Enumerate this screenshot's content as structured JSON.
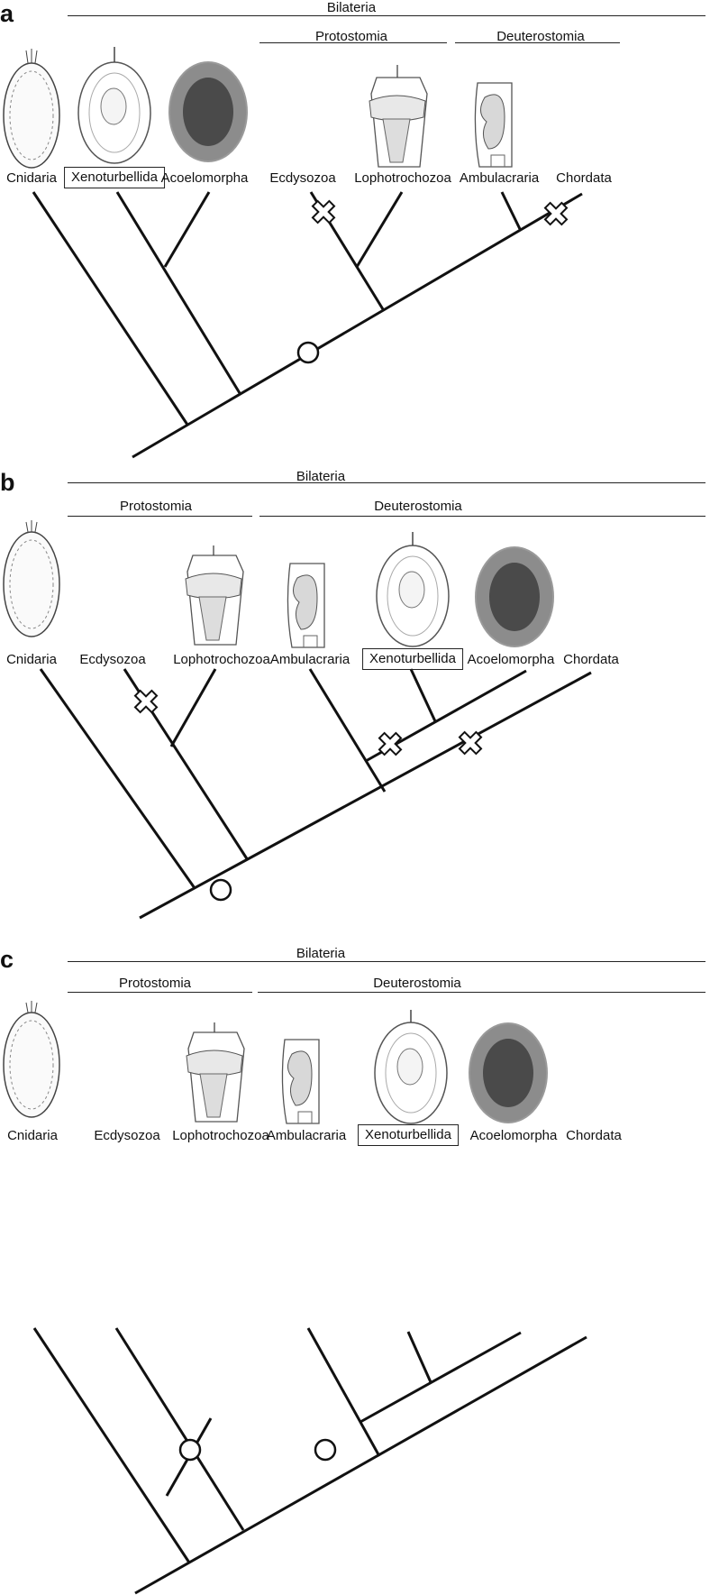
{
  "panels": [
    {
      "label": "a",
      "clades": {
        "bilateria": "Bilateria",
        "protostomia": "Protostomia",
        "deuterostomia": "Deuterostomia"
      },
      "taxa": [
        "Cnidaria",
        "Xenoturbellida",
        "Acoelomorpha",
        "Ecdysozoa",
        "Lophotrochozoa",
        "Ambulacraria",
        "Chordata"
      ],
      "highlighted_taxon": "Xenoturbellida"
    },
    {
      "label": "b",
      "clades": {
        "bilateria": "Bilateria",
        "protostomia": "Protostomia",
        "deuterostomia": "Deuterostomia"
      },
      "taxa": [
        "Cnidaria",
        "Ecdysozoa",
        "Lophotrochozoa",
        "Ambulacraria",
        "Xenoturbellida",
        "Acoelomorpha",
        "Chordata"
      ],
      "highlighted_taxon": "Xenoturbellida"
    },
    {
      "label": "c",
      "clades": {
        "bilateria": "Bilateria",
        "protostomia": "Protostomia",
        "deuterostomia": "Deuterostomia"
      },
      "taxa": [
        "Cnidaria",
        "Ecdysozoa",
        "Lophotrochozoa",
        "Ambulacraria",
        "Xenoturbellida",
        "Acoelomorpha",
        "Chordata"
      ],
      "highlighted_taxon": "Xenoturbellida"
    }
  ],
  "markers": {
    "open_circle": "open-circle-node-marker",
    "cross": "cross-loss-marker"
  },
  "colors": {
    "line": "#111111",
    "drawing_line": "#555555",
    "acoel_fill": "#8c8c8c",
    "acoel_cell": "#4a4a4a"
  }
}
